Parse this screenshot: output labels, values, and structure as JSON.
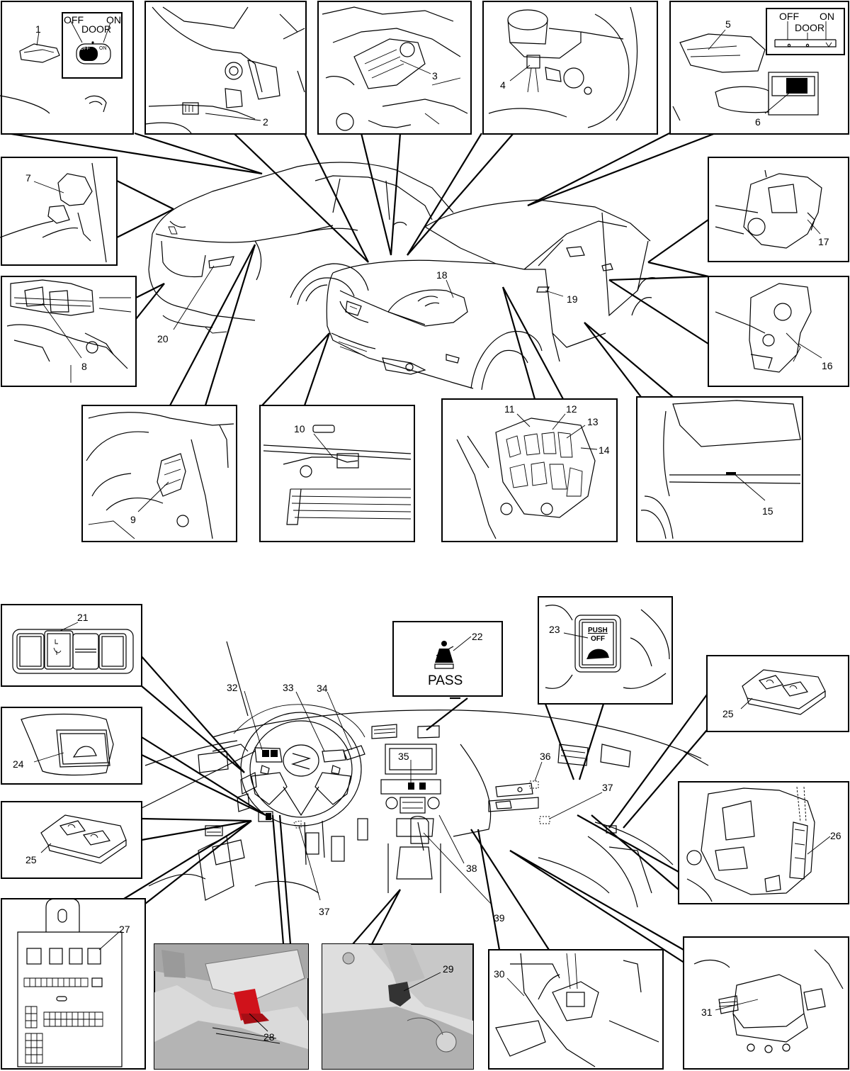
{
  "callouts": {
    "c1": "1",
    "c2": "2",
    "c3": "3",
    "c4": "4",
    "c5": "5",
    "c6": "6",
    "c7": "7",
    "c8": "8",
    "c9": "9",
    "c10": "10",
    "c11": "11",
    "c12": "12",
    "c13": "13",
    "c14": "14",
    "c15": "15",
    "c16": "16",
    "c17": "17",
    "c18": "18",
    "c19": "19",
    "c20": "20",
    "c21": "21",
    "c22": "22",
    "c23": "23",
    "c24": "24",
    "c25": "25",
    "c26": "26",
    "c27": "27",
    "c28": "28",
    "c29": "29",
    "c30": "30",
    "c31": "31",
    "c32": "32",
    "c33": "33",
    "c34": "34",
    "c35": "35",
    "c36": "36",
    "c37": "37",
    "c38": "38",
    "c39": "39"
  },
  "switch_labels": {
    "off": "OFF",
    "door": "DOOR",
    "on": "ON",
    "off_small": "OFF",
    "on_small": "ON"
  },
  "indicators": {
    "pass_label": "PASS",
    "push_label": "PUSH",
    "off_label": "OFF"
  },
  "colors": {
    "highlight_red": "#d0121b",
    "shade_gray": "#c8c8c8",
    "line": "#000000"
  }
}
